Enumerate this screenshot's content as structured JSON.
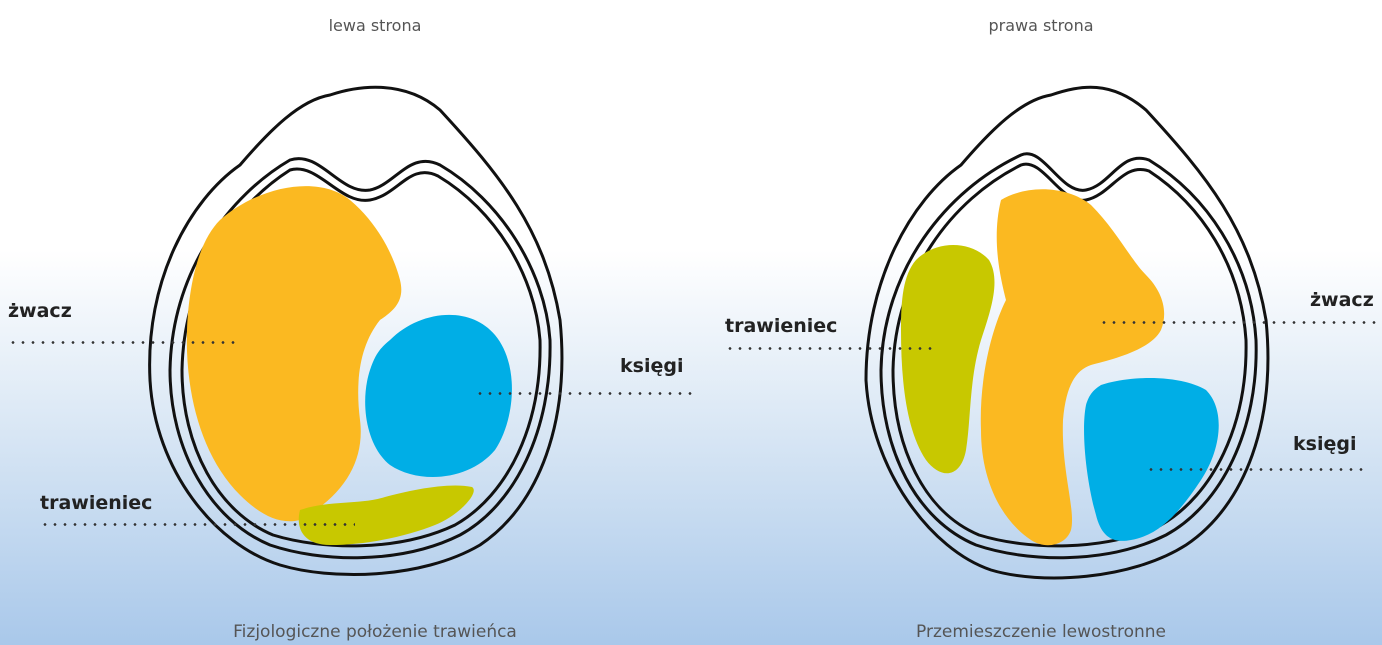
{
  "left_panel": {
    "side_label": "lewa strona",
    "caption": "Fizjologiczne położenie trawieńca",
    "labels": {
      "rumen": "żwacz",
      "omasum": "księgi",
      "abomasum": "trawieniec"
    }
  },
  "right_panel": {
    "side_label": "prawa strona",
    "caption": "Przemieszczenie lewostronne",
    "labels": {
      "rumen": "żwacz",
      "omasum": "księgi",
      "abomasum": "trawieniec"
    }
  },
  "colors": {
    "rumen": "#fbb921",
    "omasum": "#00aee6",
    "abomasum": "#c8c800",
    "outline": "#111111"
  }
}
